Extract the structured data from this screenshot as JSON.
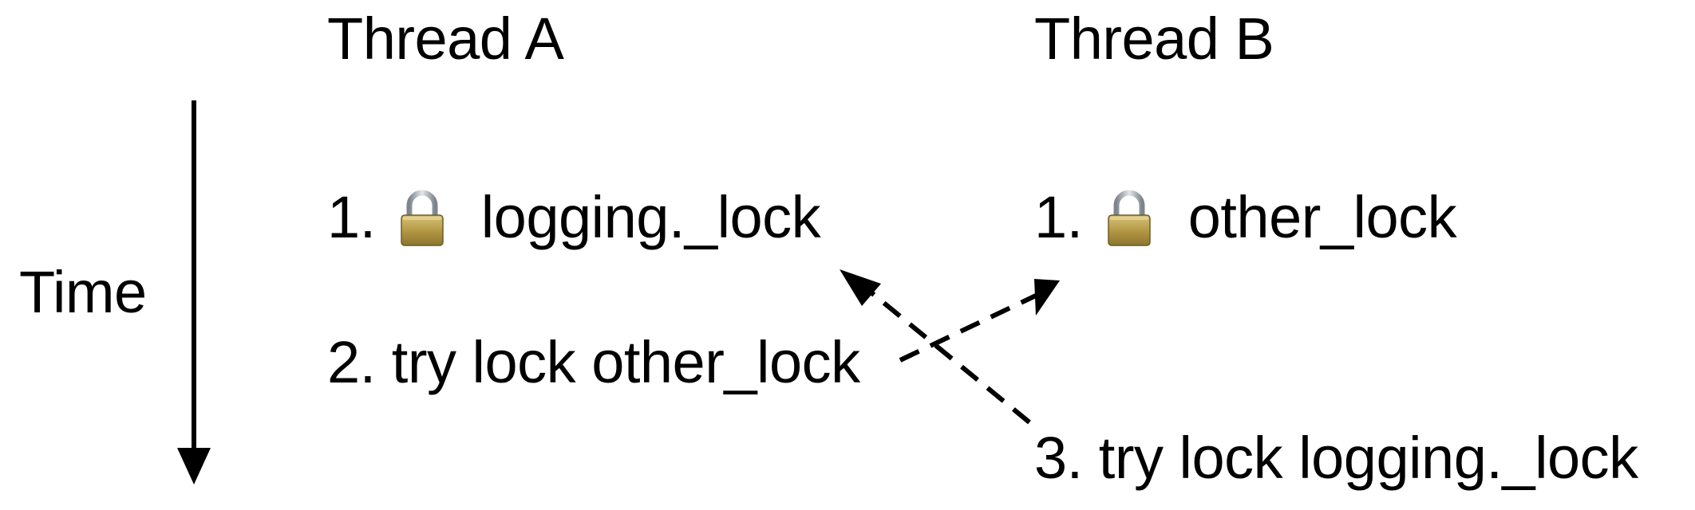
{
  "diagram": {
    "time_label": "Time",
    "thread_a": {
      "title": "Thread A",
      "step1_number": "1.",
      "step1_lock_name": "logging._lock",
      "step2_text": "2. try lock other_lock"
    },
    "thread_b": {
      "title": "Thread B",
      "step1_number": "1.",
      "step1_lock_name": "other_lock",
      "step3_text": "3. try lock logging._lock"
    },
    "icons": {
      "lock": "padlock-icon"
    },
    "colors": {
      "ink": "#000000",
      "lock_body": "#b59a45",
      "lock_shackle": "#a7adb3"
    }
  }
}
